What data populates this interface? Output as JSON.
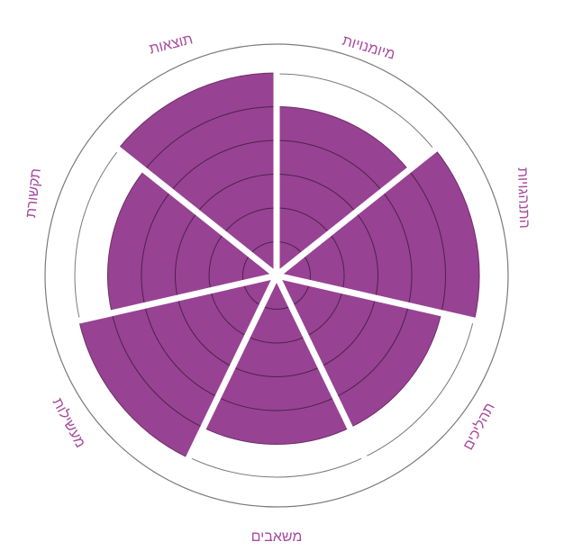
{
  "chart_data": {
    "type": "radial-bar",
    "scale_max": 6,
    "categories": [
      "מיומנויות",
      "התנהגויות",
      "תהליכים",
      "משאבים",
      "מעשילות",
      "תקשורת",
      "תוצאות"
    ],
    "values": [
      5,
      6,
      5,
      5,
      6,
      5,
      6
    ]
  },
  "colors": {
    "fill": "#984293",
    "fill_stroke": "#6f2d6a",
    "ring_line": "#4a2347",
    "outer_ring": "#7a7a7a",
    "spoke": "#ffffff",
    "label": "#a84aa0"
  }
}
